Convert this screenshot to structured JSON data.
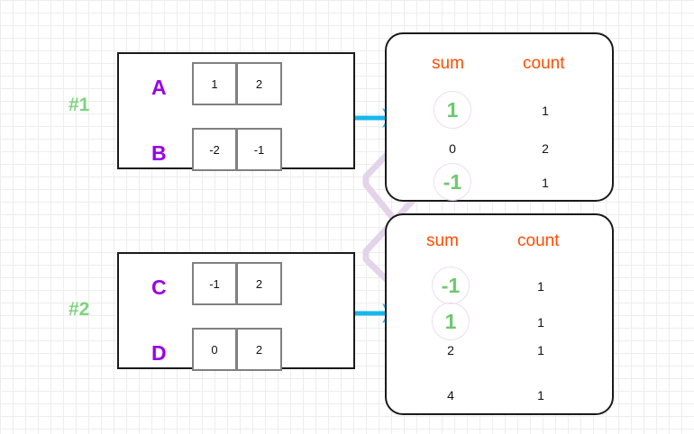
{
  "diagram": {
    "title": "",
    "colors": {
      "group_label": "#7ed37e",
      "row_letter": "#9900e6",
      "column_header": "#ff4d00",
      "highlight_value": "#6cc96c",
      "arrow": "#17b7ee",
      "link_line": "#e3d4ea",
      "box_border": "#1a1a1a",
      "cell_border": "#808080",
      "grid": "#e8e8e8"
    },
    "groups": [
      {
        "label": "#1",
        "rows": [
          {
            "name": "A",
            "values": [
              "1",
              "2"
            ]
          },
          {
            "name": "B",
            "values": [
              "-2",
              "-1"
            ]
          }
        ]
      },
      {
        "label": "#2",
        "rows": [
          {
            "name": "C",
            "values": [
              "-1",
              "2"
            ]
          },
          {
            "name": "D",
            "values": [
              "0",
              "2"
            ]
          }
        ]
      }
    ],
    "tables": [
      {
        "name": "table-1",
        "headers": [
          "sum",
          "count"
        ],
        "rows": [
          {
            "sum": "1",
            "count": "1",
            "highlight": true
          },
          {
            "sum": "0",
            "count": "2",
            "highlight": false
          },
          {
            "sum": "-1",
            "count": "1",
            "highlight": true
          }
        ]
      },
      {
        "name": "table-2",
        "headers": [
          "sum",
          "count"
        ],
        "rows": [
          {
            "sum": "-1",
            "count": "1",
            "highlight": true
          },
          {
            "sum": "1",
            "count": "1",
            "highlight": true
          },
          {
            "sum": "2",
            "count": "1",
            "highlight": false
          },
          {
            "sum": "4",
            "count": "1",
            "highlight": false
          }
        ]
      }
    ],
    "arrows": [
      {
        "name": "arrow-group1-to-table1"
      },
      {
        "name": "arrow-group2-to-table2"
      }
    ],
    "links": [
      {
        "from": "table-1 sum 1",
        "to": "table-2 sum 1"
      },
      {
        "from": "table-1 sum -1",
        "to": "table-2 sum -1"
      }
    ]
  }
}
